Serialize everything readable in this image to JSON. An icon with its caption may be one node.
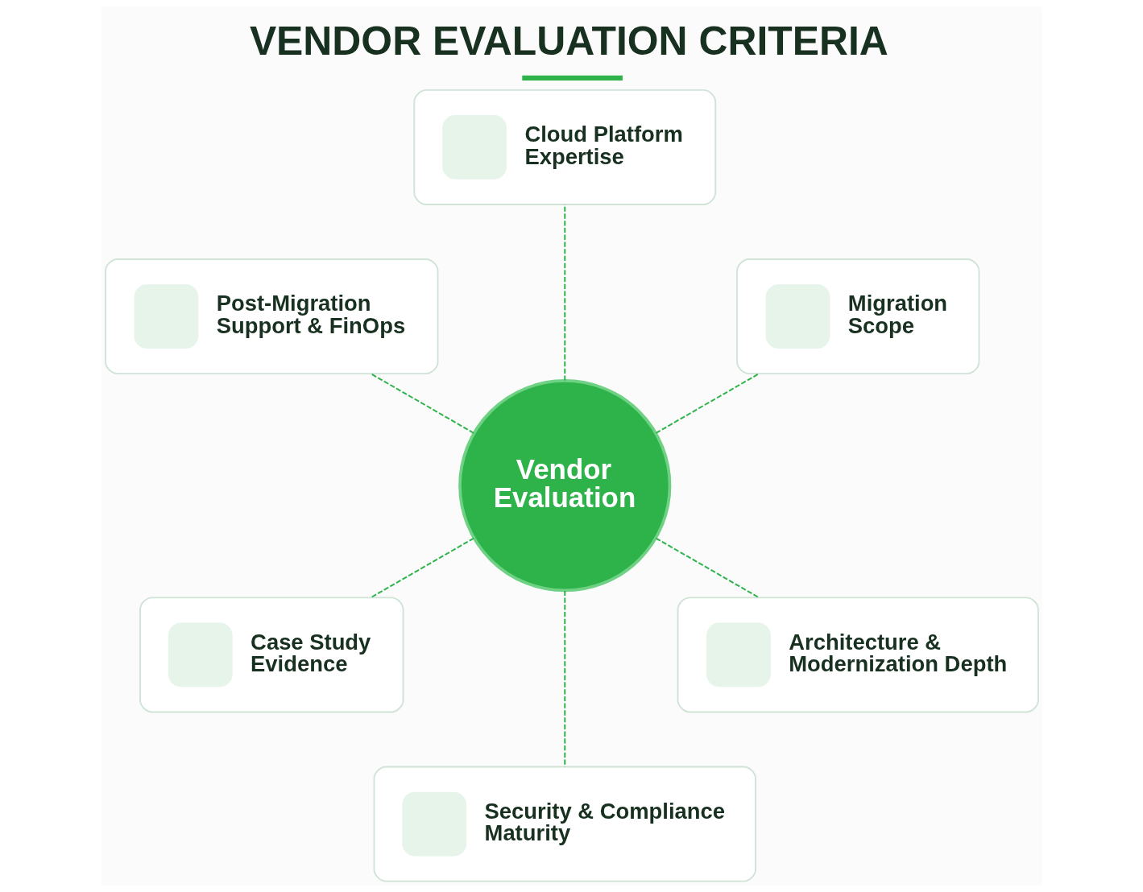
{
  "diagram": {
    "title": "VENDOR EVALUATION CRITERIA",
    "nodes": [
      {
        "text": [
          "Cloud Platform Expertise"
        ]
      },
      {
        "text": [
          "Post-Migration Support & FinOps"
        ]
      },
      {
        "text": [
          "Migration Scope"
        ]
      },
      {
        "text": [
          "Vendor Evaluation"
        ]
      },
      {
        "text": [
          "Case Study Evidence"
        ]
      },
      {
        "text": [
          "Architecture & Modernization Depth"
        ]
      },
      {
        "text": [
          "Security & Compliance Maturity"
        ]
      }
    ],
    "edges": [
      {
        "from": 3,
        "to": 0,
        "arrow": "none",
        "style": "dashed"
      },
      {
        "from": 3,
        "to": 1,
        "arrow": "none",
        "style": "dashed"
      },
      {
        "from": 3,
        "to": 2,
        "arrow": "none",
        "style": "dashed"
      },
      {
        "from": 3,
        "to": 4,
        "arrow": "none",
        "style": "dashed"
      },
      {
        "from": 3,
        "to": 5,
        "arrow": "none",
        "style": "dashed"
      },
      {
        "from": 3,
        "to": 6,
        "arrow": "none",
        "style": "dashed"
      }
    ]
  }
}
